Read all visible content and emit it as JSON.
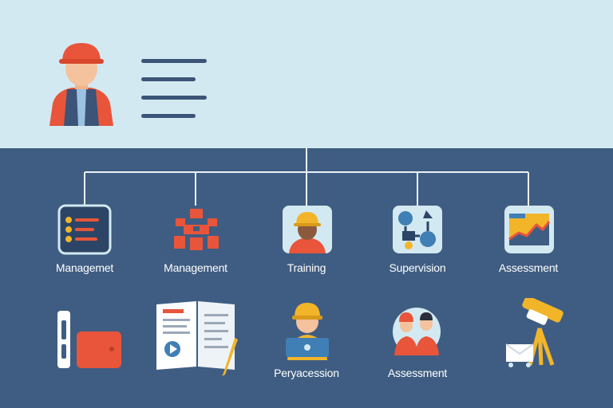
{
  "header": {
    "avatar_icon": "worker-with-hardhat-icon",
    "menu_icon": "text-lines-icon"
  },
  "row1": [
    {
      "label": "Managemet",
      "icon": "checklist-board-icon"
    },
    {
      "label": "Management",
      "icon": "hierarchy-blocks-icon"
    },
    {
      "label": "Training",
      "icon": "worker-portrait-icon"
    },
    {
      "label": "Supervision",
      "icon": "process-gears-icon"
    },
    {
      "label": "Assessment",
      "icon": "line-chart-icon"
    }
  ],
  "row2": [
    {
      "label": "",
      "icon": "device-card-icon"
    },
    {
      "label": "",
      "icon": "open-book-video-icon"
    },
    {
      "label": "Peryacession",
      "icon": "worker-laptop-icon"
    },
    {
      "label": "Assessment",
      "icon": "two-workers-icon"
    },
    {
      "label": "",
      "icon": "telescope-cart-icon"
    }
  ],
  "colors": {
    "background_top": "#d3e9f1",
    "background_bottom": "#3f5d82",
    "accent_red": "#e8553a",
    "accent_yellow": "#f2b52a",
    "connector": "#eaf1f6"
  }
}
